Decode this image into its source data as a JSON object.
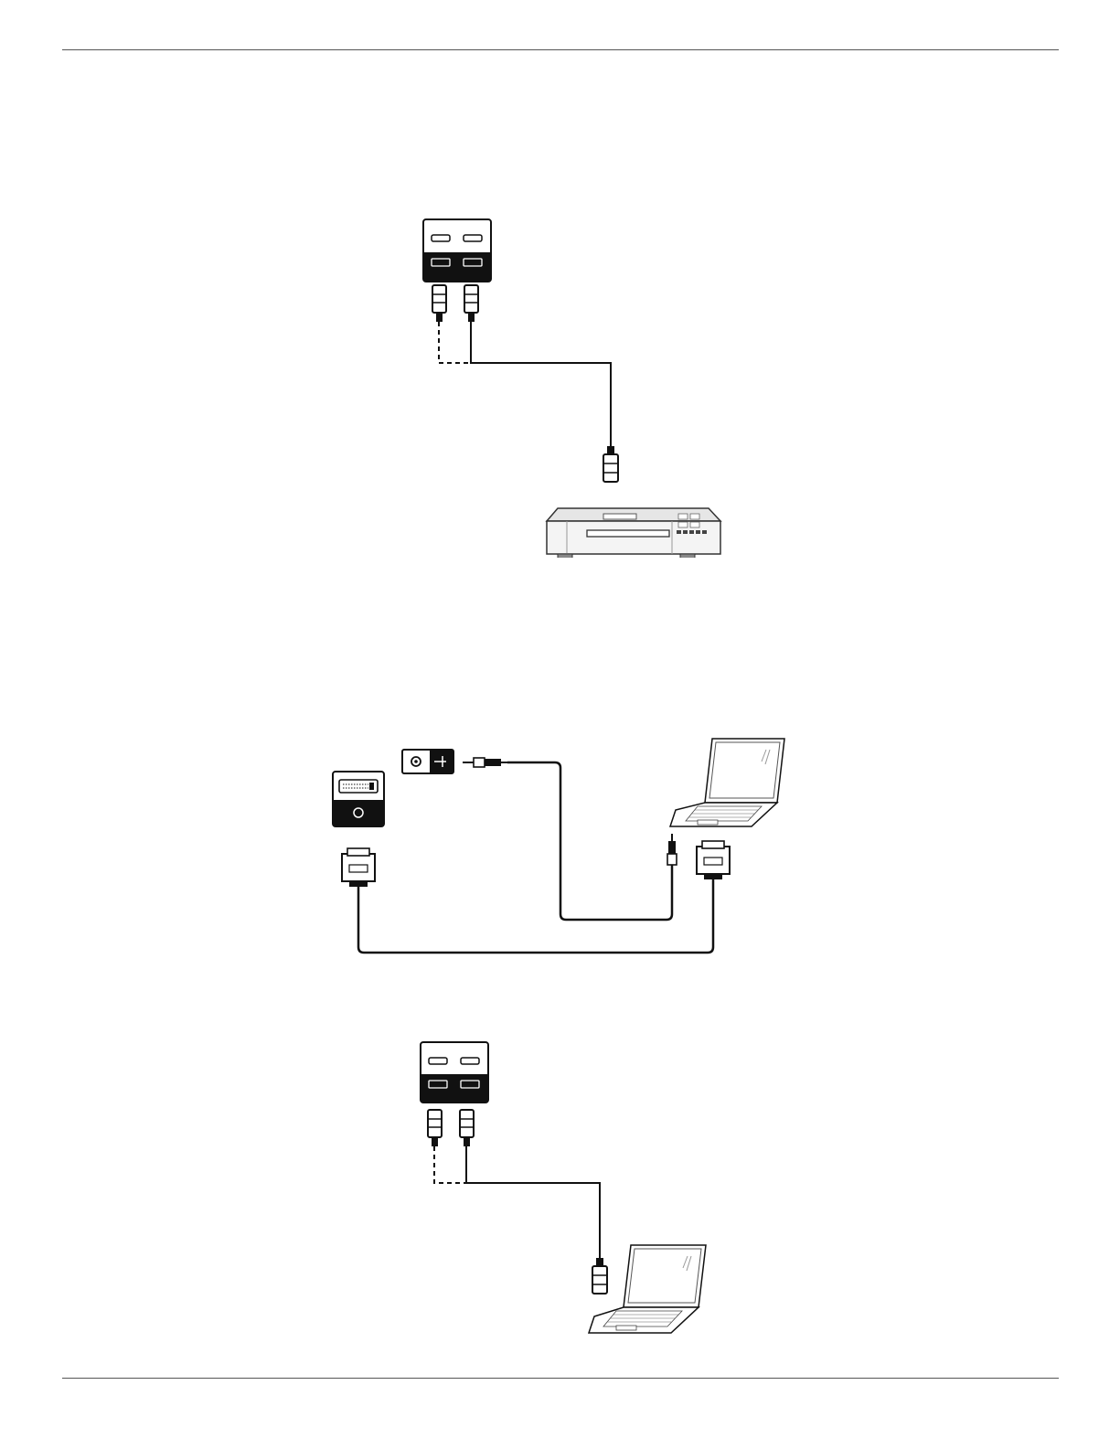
{
  "page": {
    "header_rule": true,
    "footer_rule": true,
    "background": "#ffffff",
    "ink": "#1a1a1a"
  },
  "diagrams": [
    {
      "name": "hdmi-to-av-player",
      "source_device": "disc-player",
      "panel_ports": [
        "hdmi-in-1",
        "hdmi-in-2"
      ],
      "cable": "hdmi",
      "alternate_port_dashed": true
    },
    {
      "name": "dvi-and-audio-to-laptop",
      "source_device": "laptop",
      "panel_ports": [
        "audio-in",
        "dvi-in"
      ],
      "cables": [
        "audio-3.5mm",
        "dvi"
      ]
    },
    {
      "name": "hdmi-to-laptop",
      "source_device": "laptop",
      "panel_ports": [
        "hdmi-in-1",
        "hdmi-in-2"
      ],
      "cable": "hdmi",
      "alternate_port_dashed": true
    }
  ]
}
